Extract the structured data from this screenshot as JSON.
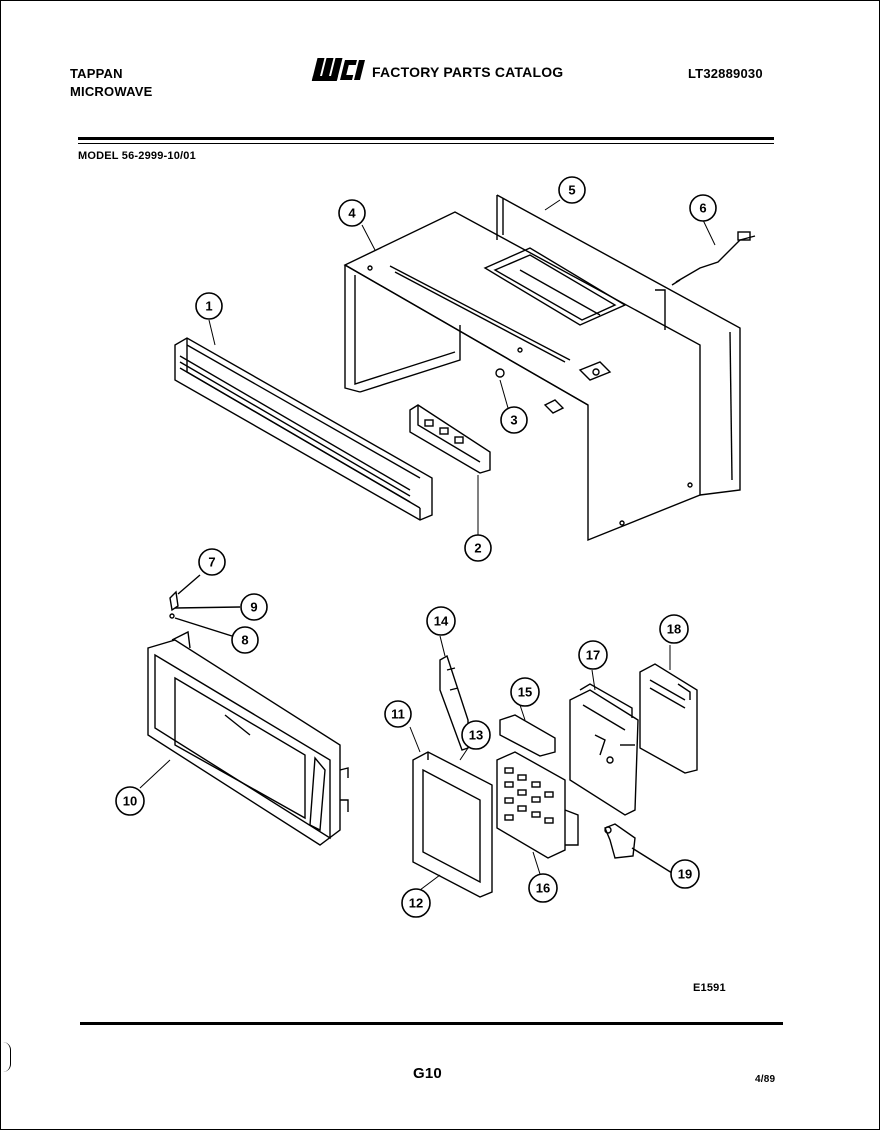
{
  "header": {
    "brand_line1": "TAPPAN",
    "brand_line2": "MICROWAVE",
    "logo_text": "WCI",
    "catalog_title": "FACTORY PARTS CATALOG",
    "document_number": "LT32889030",
    "model": "MODEL 56-2999-10/01"
  },
  "callouts": [
    "1",
    "2",
    "3",
    "4",
    "5",
    "6",
    "7",
    "8",
    "9",
    "10",
    "11",
    "12",
    "13",
    "14",
    "15",
    "16",
    "17",
    "18",
    "19"
  ],
  "footer": {
    "figure_id": "E1591",
    "page_number": "G10",
    "date": "4/89"
  }
}
